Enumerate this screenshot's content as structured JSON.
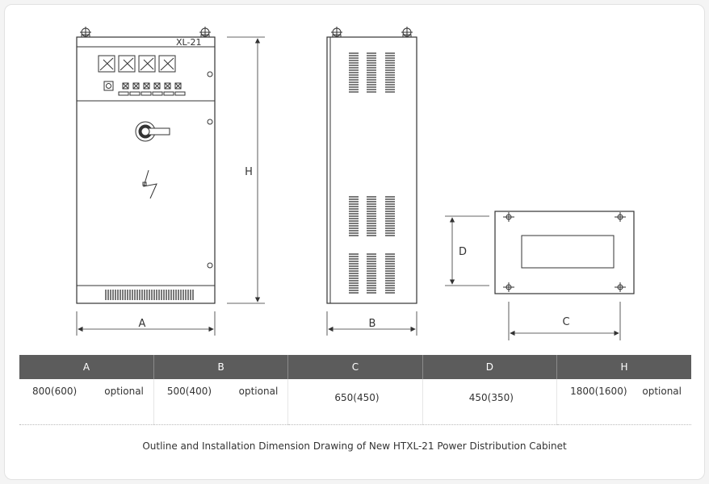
{
  "drawing": {
    "cabinet_model": "XL-21",
    "labels": {
      "A": "A",
      "B": "B",
      "C": "C",
      "D": "D",
      "H": "H"
    }
  },
  "table": {
    "headers": [
      "A",
      "B",
      "C",
      "D",
      "H"
    ],
    "rows": [
      [
        {
          "value": "800(600)",
          "note": "optional"
        },
        {
          "value": "500(400)",
          "note": "optional"
        },
        {
          "value": "650(450)",
          "note": ""
        },
        {
          "value": "450(350)",
          "note": ""
        },
        {
          "value": "1800(1600)",
          "note": "optional"
        }
      ]
    ]
  },
  "caption": "Outline and Installation Dimension Drawing of New HTXL-21 Power Distribution Cabinet"
}
